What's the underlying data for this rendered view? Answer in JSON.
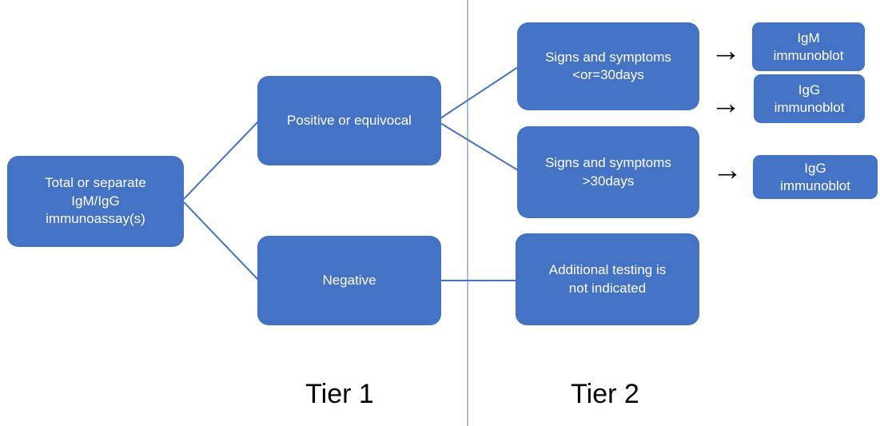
{
  "nodes": {
    "total": {
      "lines": [
        "Total or separate",
        "IgM/IgG",
        "immunoassay(s)"
      ]
    },
    "positive": {
      "lines": [
        "Positive or equivocal"
      ]
    },
    "negative": {
      "lines": [
        "Negative"
      ]
    },
    "signs_le30": {
      "lines": [
        "Signs and symptoms",
        "<or=30days"
      ]
    },
    "signs_gt30": {
      "lines": [
        "Signs and symptoms",
        ">30days"
      ]
    },
    "additional": {
      "lines": [
        "Additional testing is",
        "not indicated"
      ]
    },
    "igm_blot": {
      "lines": [
        "IgM",
        "immunoblot"
      ]
    },
    "igg_blot_early": {
      "lines": [
        "IgG",
        "immunoblot"
      ]
    },
    "igg_blot_late": {
      "lines": [
        "IgG",
        "immunoblot"
      ]
    }
  },
  "labels": {
    "tier1": "Tier 1",
    "tier2": "Tier 2"
  },
  "icons": {
    "arrow_right": "→"
  },
  "colors": {
    "background": "#ffffff",
    "box_fill": "#4472c4",
    "box_text": "#ffffff",
    "connector": "#4472c4",
    "divider": "#8faadc",
    "arrow": "#000000",
    "tier_text": "#000000"
  }
}
